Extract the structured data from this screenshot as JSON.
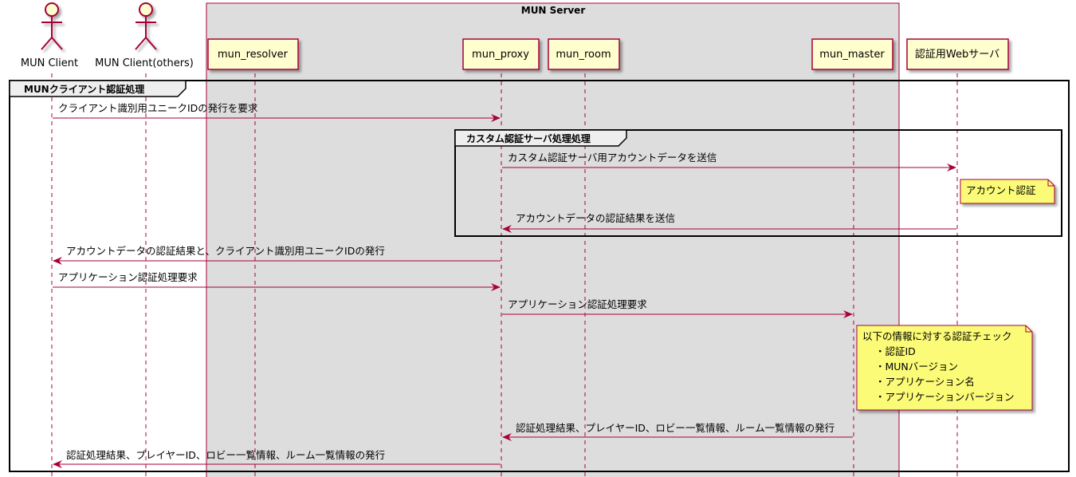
{
  "box_title": "MUN Server",
  "actors": [
    {
      "id": "client",
      "label": "MUN Client"
    },
    {
      "id": "others",
      "label": "MUN Client(others)"
    }
  ],
  "participants": [
    {
      "id": "resolver",
      "label": "mun_resolver"
    },
    {
      "id": "proxy",
      "label": "mun_proxy"
    },
    {
      "id": "room",
      "label": "mun_room"
    },
    {
      "id": "master",
      "label": "mun_master"
    },
    {
      "id": "web",
      "label": "認証用Webサーバ"
    }
  ],
  "groups": [
    {
      "id": "outer",
      "label": "MUNクライアント認証処理"
    },
    {
      "id": "inner",
      "label": "カスタム認証サーバ処理処理"
    }
  ],
  "messages": [
    {
      "from": "client",
      "to": "proxy",
      "label": "クライアント識別用ユニークIDの発行を要求"
    },
    {
      "from": "proxy",
      "to": "web",
      "label": "カスタム認証サーバ用アカウントデータを送信"
    },
    {
      "from": "web",
      "to": "proxy",
      "label": "アカウントデータの認証結果を送信"
    },
    {
      "from": "proxy",
      "to": "client",
      "label": "アカウントデータの認証結果と、クライアント識別用ユニークIDの発行"
    },
    {
      "from": "client",
      "to": "proxy",
      "label": "アプリケーション認証処理要求"
    },
    {
      "from": "proxy",
      "to": "master",
      "label": "アプリケーション認証処理要求"
    },
    {
      "from": "master",
      "to": "proxy",
      "label": "認証処理結果、プレイヤーID、ロビー一覧情報、ルーム一覧情報の発行"
    },
    {
      "from": "proxy",
      "to": "client",
      "label": "認証処理結果、プレイヤーID、ロビー一覧情報、ルーム一覧情報の発行"
    }
  ],
  "notes": [
    {
      "id": "web-note",
      "lines": [
        "アカウント認証"
      ]
    },
    {
      "id": "master-note",
      "lines": [
        "以下の情報に対する認証チェック",
        "・認証ID",
        "・MUNバージョン",
        "・アプリケーション名",
        "・アプリケーションバージョン"
      ]
    }
  ],
  "colors": {
    "participant_fill": "#fefece",
    "border": "#a80036",
    "box_fill": "#dddddd",
    "note_fill": "#fbfb77",
    "arrow": "#a80036",
    "group_tab": "#eeeeee"
  }
}
